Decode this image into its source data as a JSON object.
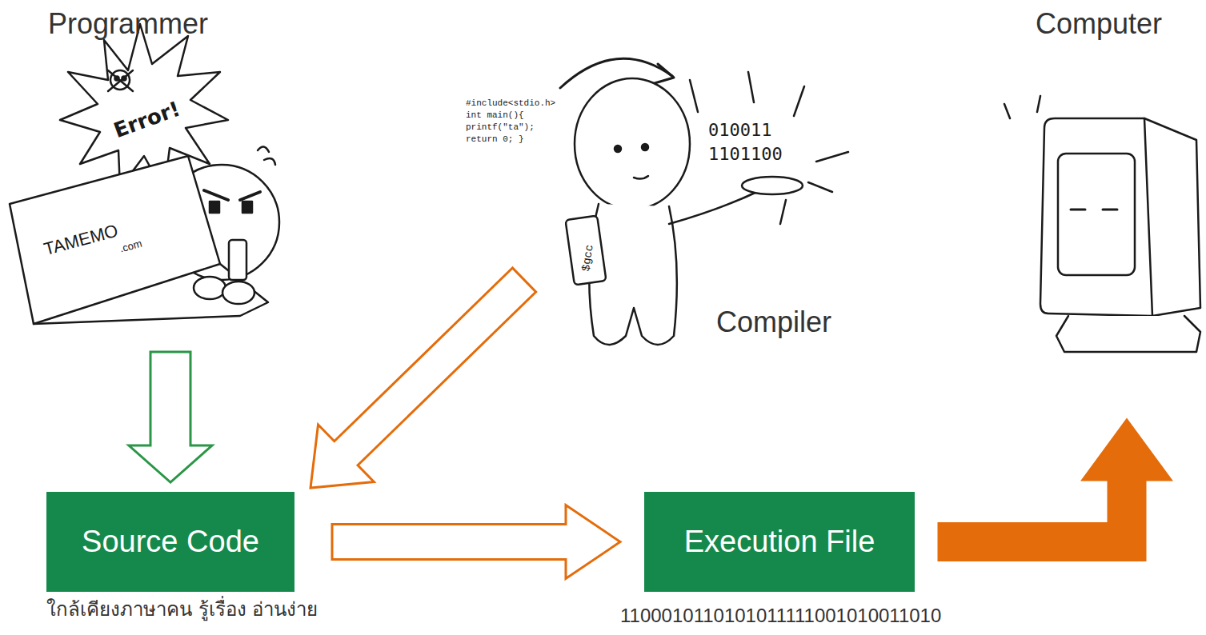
{
  "diagram": {
    "nodes": [
      {
        "text": [
          "Programmer"
        ]
      },
      {
        "text": [
          "Compiler"
        ]
      },
      {
        "text": [
          "Computer"
        ]
      },
      {
        "text": [
          "Source Code"
        ]
      },
      {
        "text": [
          "Execution File"
        ]
      }
    ],
    "edges": [
      {
        "from": 0,
        "to": 3,
        "arrow": "to"
      },
      {
        "from": 1,
        "to": 3,
        "arrow": "to"
      },
      {
        "from": 3,
        "to": 4,
        "arrow": "to"
      },
      {
        "from": 4,
        "to": 2,
        "arrow": "to"
      }
    ],
    "labels": [
      "ใกล้เคียงภาษาคน รู้เรื่อง อ่านง่าย",
      "1100010110101011111001010011010",
      "Error!",
      "TAMEMO",
      ".com",
      "#include<stdio.h> int main(){ printf(\"ta\"); return 0; }",
      "$gcc",
      "010011",
      "1101100"
    ]
  }
}
